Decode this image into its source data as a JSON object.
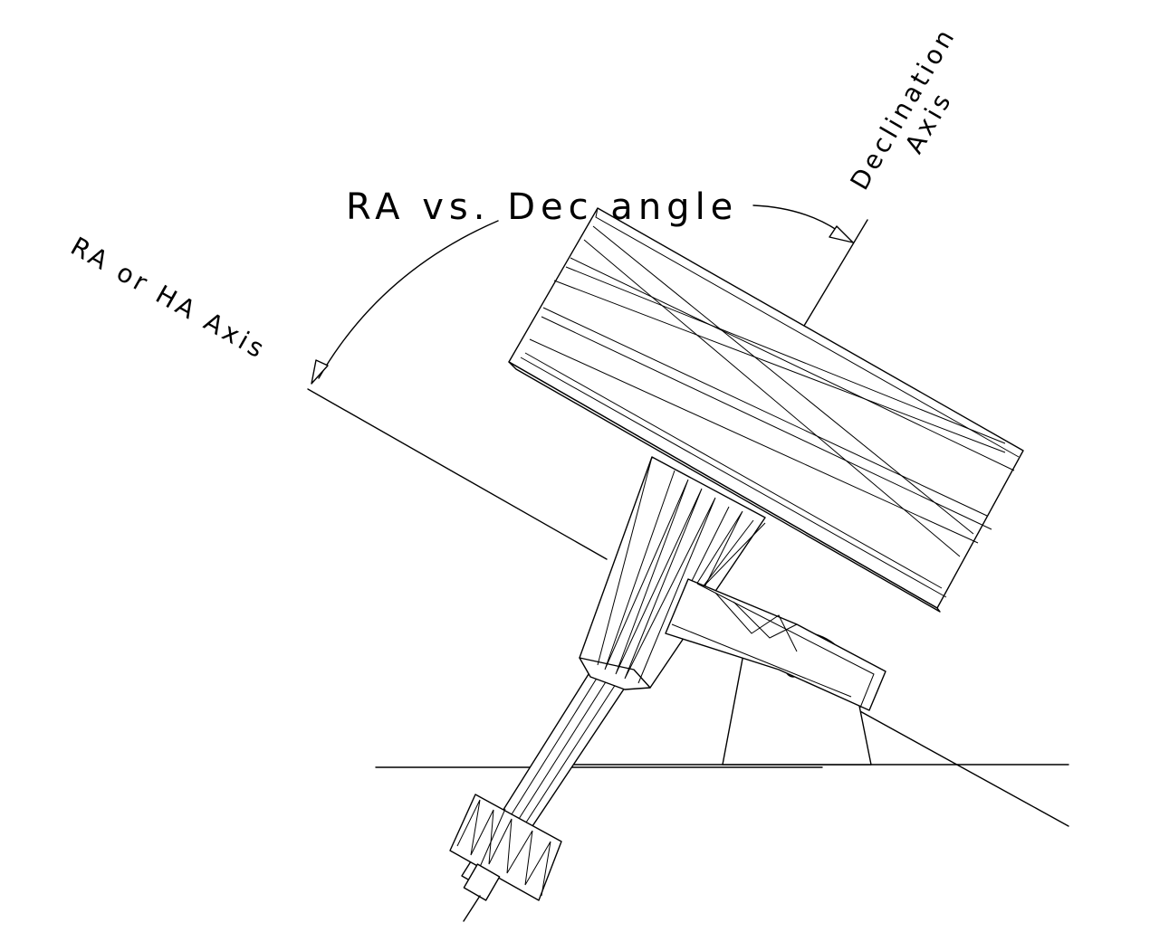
{
  "labels": {
    "ra_vs_dec": "RA vs. Dec angle",
    "ra_axis": "RA or HA Axis",
    "dec_axis_line1": "Declination",
    "dec_axis_line2": "Axis"
  }
}
